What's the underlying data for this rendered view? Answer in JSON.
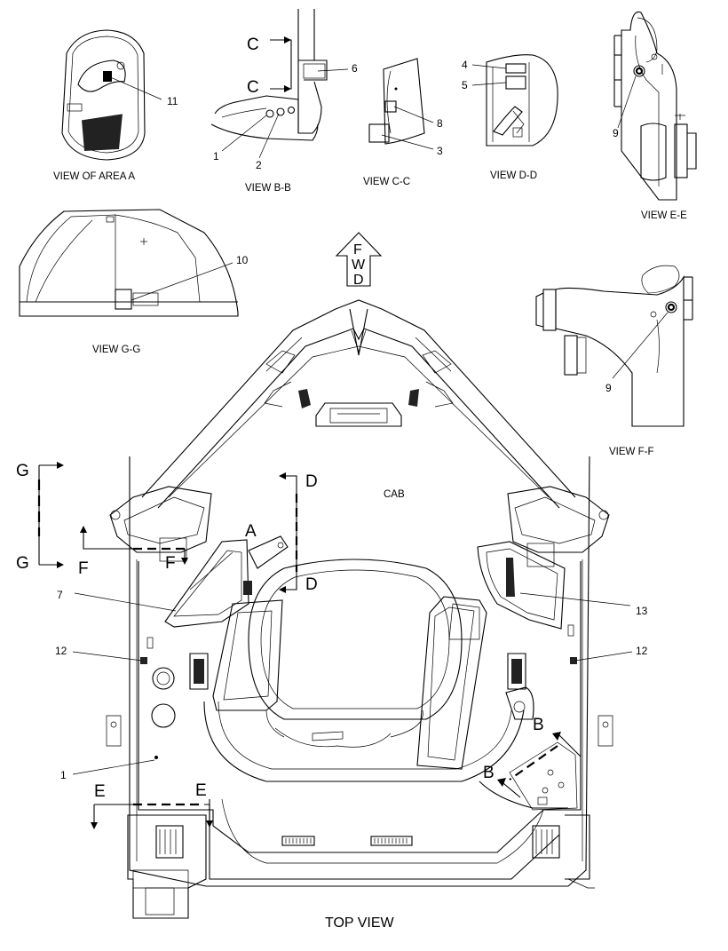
{
  "views": {
    "area_a": "VIEW OF AREA A",
    "bb": "VIEW  B-B",
    "cc": "VIEW  C-C",
    "dd": "VIEW  D-D",
    "ee": "VIEW  E-E",
    "ff": "VIEW  F-F",
    "gg": "VIEW  G-G",
    "top": "TOP VIEW"
  },
  "fwd_letters": [
    "F",
    "W",
    "D"
  ],
  "cab_label": "CAB",
  "area_letter": "A",
  "section_letters": {
    "c1": "C",
    "c2": "C",
    "d1": "D",
    "d2": "D",
    "g1": "G",
    "g2": "G",
    "f1": "F",
    "f2": "F",
    "e1": "E",
    "e2": "E",
    "b1": "B",
    "b2": "B"
  },
  "callouts": {
    "n1_bb": "1",
    "n2_bb": "2",
    "n6": "6",
    "n3": "3",
    "n8": "8",
    "n4": "4",
    "n5": "5",
    "n9_ee": "9",
    "n9_ff": "9",
    "n10": "10",
    "n11": "11",
    "n7": "7",
    "n12_left": "12",
    "n12_right": "12",
    "n13": "13",
    "n1_top": "1"
  }
}
